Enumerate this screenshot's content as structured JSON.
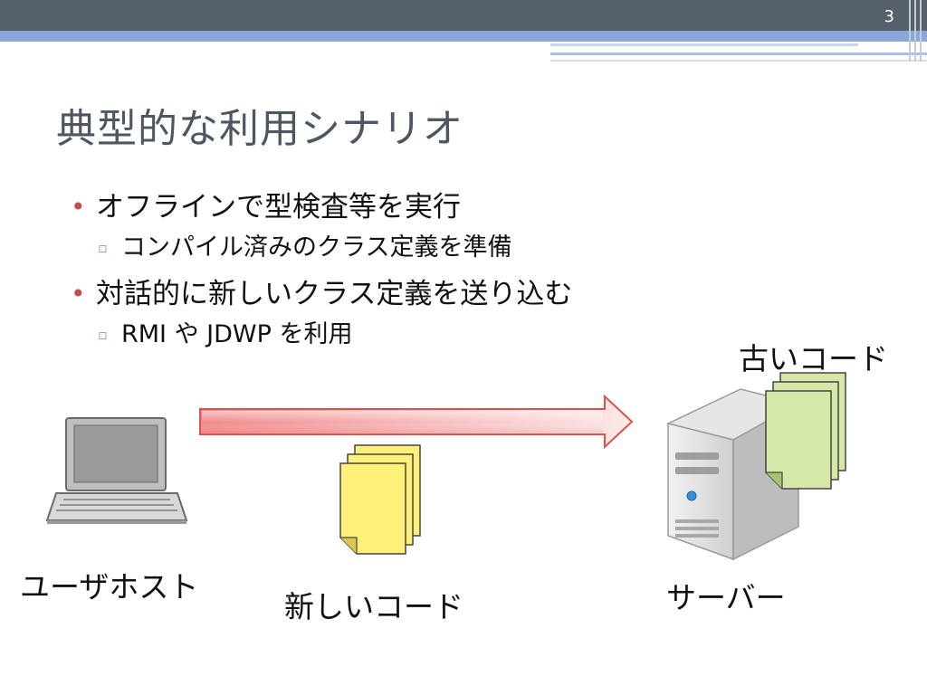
{
  "slide_number": "3",
  "title": "典型的な利用シナリオ",
  "bullets": {
    "b1": "オフラインで型検査等を実行",
    "b1_sub": "コンパイル済みのクラス定義を準備",
    "b2": "対話的に新しいクラス定義を送り込む",
    "b2_sub": "RMI や JDWP を利用"
  },
  "diagram": {
    "user_host": "ユーザホスト",
    "new_code": "新しいコード",
    "server": "サーバー",
    "old_code": "古いコード"
  },
  "colors": {
    "top_bar": "#56606b",
    "accent_band": "#8aa7dc",
    "bullet": "#c0504d",
    "new_code_doc": "#fff07a",
    "old_code_doc": "#d6e8a8",
    "arrow": "#f4a0a0"
  }
}
